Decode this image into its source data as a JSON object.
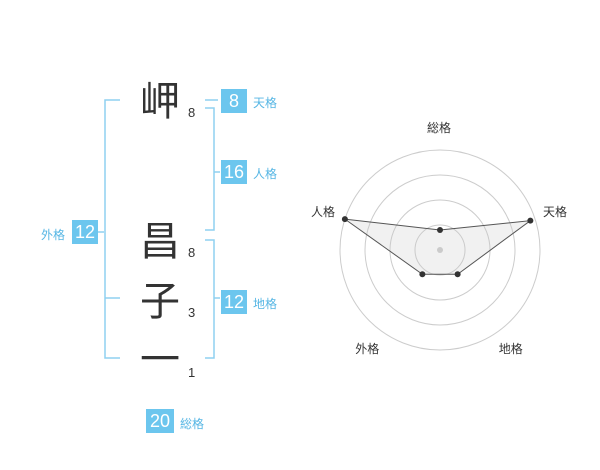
{
  "name_chars": [
    {
      "char": "岬",
      "strokes": "8"
    },
    {
      "char": "昌",
      "strokes": "8"
    },
    {
      "char": "子",
      "strokes": "3"
    },
    {
      "char": "一",
      "strokes": "1"
    }
  ],
  "fortunes": {
    "tenkaku": {
      "value": "8",
      "label": "天格"
    },
    "jinkaku": {
      "value": "16",
      "label": "人格"
    },
    "chikaku": {
      "value": "12",
      "label": "地格"
    },
    "gaikaku": {
      "value": "12",
      "label": "外格"
    },
    "soukaku": {
      "value": "20",
      "label": "総格"
    }
  },
  "colors": {
    "accent": "#6cc6ee",
    "bracket": "#8fd0f0",
    "text": "#333333",
    "grid": "#cccccc"
  },
  "chart_data": {
    "type": "radar",
    "axes": [
      "総格",
      "天格",
      "地格",
      "外格",
      "人格"
    ],
    "values": [
      0.2,
      0.95,
      0.3,
      0.3,
      1.0
    ],
    "rings": 4,
    "max": 1.0
  }
}
